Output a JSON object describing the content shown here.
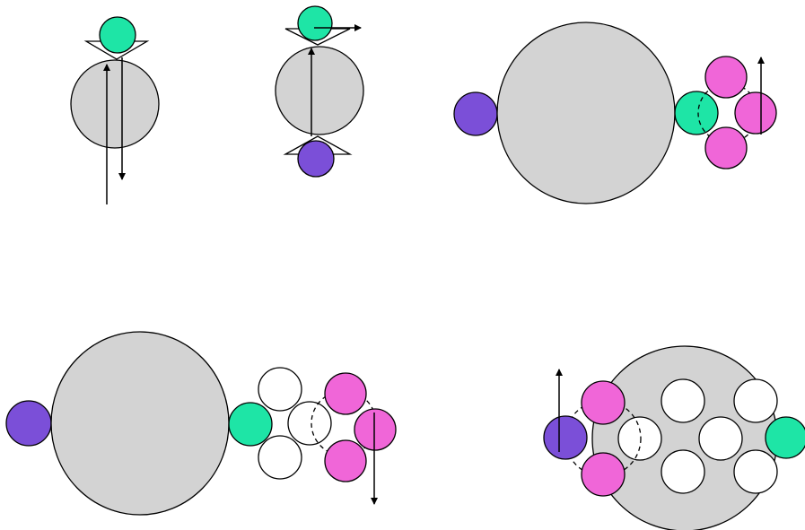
{
  "colors": {
    "background": "#ffffff",
    "gray_sphere": "#d3d3d3",
    "green_sphere": "#1ee5a6",
    "purple_sphere": "#7b4fd8",
    "pink_sphere": "#f066d8",
    "white_sphere": "#ffffff",
    "stroke": "#000000"
  },
  "panels": [
    {
      "name": "panel-1",
      "description_shown": ""
    },
    {
      "name": "panel-2",
      "description_shown": ""
    },
    {
      "name": "panel-3",
      "description_shown": ""
    },
    {
      "name": "panel-4",
      "description_shown": ""
    },
    {
      "name": "panel-5",
      "description_shown": ""
    }
  ]
}
